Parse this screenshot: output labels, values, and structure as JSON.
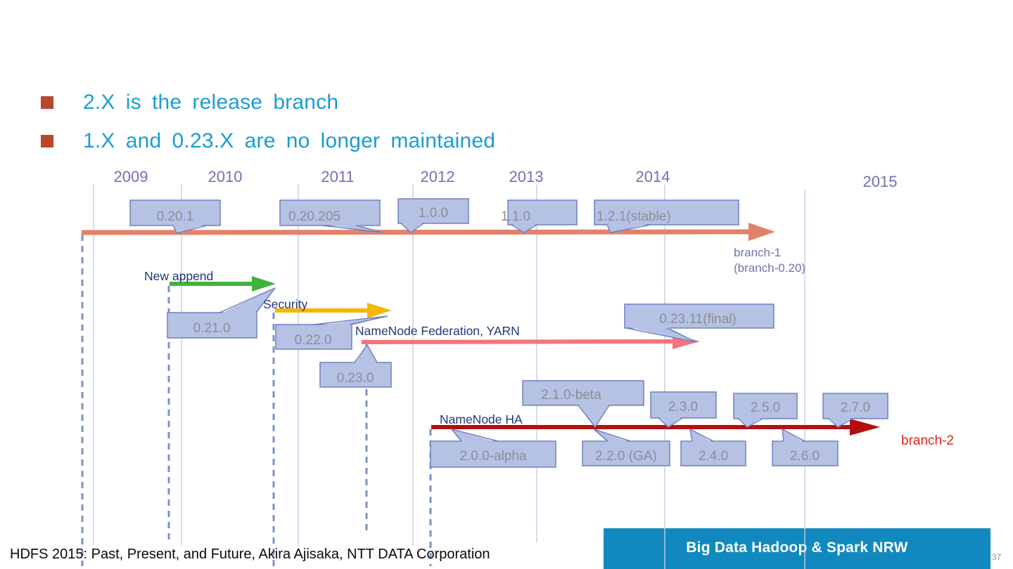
{
  "slide": {
    "bullets": [
      "2.X is the release branch",
      "1.X and 0.23.X are no longer maintained"
    ]
  },
  "timeline": {
    "years": [
      "2009",
      "2010",
      "2011",
      "2012",
      "2013",
      "2014",
      "2015"
    ],
    "feature_labels": {
      "new_append": "New append",
      "security": "Security",
      "federation": "NameNode Federation, YARN",
      "namenode_ha": "NameNode HA"
    },
    "branch1_label_line1": "branch-1",
    "branch1_label_line2": "(branch-0.20)",
    "branch2_label": "branch-2",
    "callouts": [
      "0.20.1",
      "0.20.205",
      "1.0.0",
      "1.1.0",
      "1.2.1(stable)",
      "0.21.0",
      "0.22.0",
      "0.23.0",
      "0.23.11(final)",
      "2.1.0-beta",
      "2.3.0",
      "2.5.0",
      "2.7.0",
      "2.0.0-alpha",
      "2.2.0 (GA)",
      "2.4.0",
      "2.6.0"
    ]
  },
  "footer": {
    "credit": "HDFS 2015: Past, Present, and Future, Akira Ajisaka, NTT DATA Corporation",
    "banner": "Big Data Hadoop & Spark NRW",
    "page_number": "37"
  },
  "colors": {
    "bullet_marker": "#b9472b",
    "bullet_text": "#1b9cd3",
    "year_text": "#6f71b9",
    "branch1_arrow": "#e2826b",
    "new_append_arrow": "#3fb33d",
    "security_arrow": "#f2b705",
    "federation_arrow": "#f4747e",
    "branch2_arrow": "#b50d11",
    "branch2_label": "#e0241b",
    "feature_label_text": "#24357c",
    "branch1_label_text": "#6f71b9",
    "callout_fill": "#b5c2e4",
    "callout_border": "#7080c0",
    "callout_text": "#8a8e96",
    "gridline": "#c5cde6",
    "dashed_line": "#7d92c7",
    "banner_bg": "#1189be",
    "banner_text": "#ffffff"
  }
}
